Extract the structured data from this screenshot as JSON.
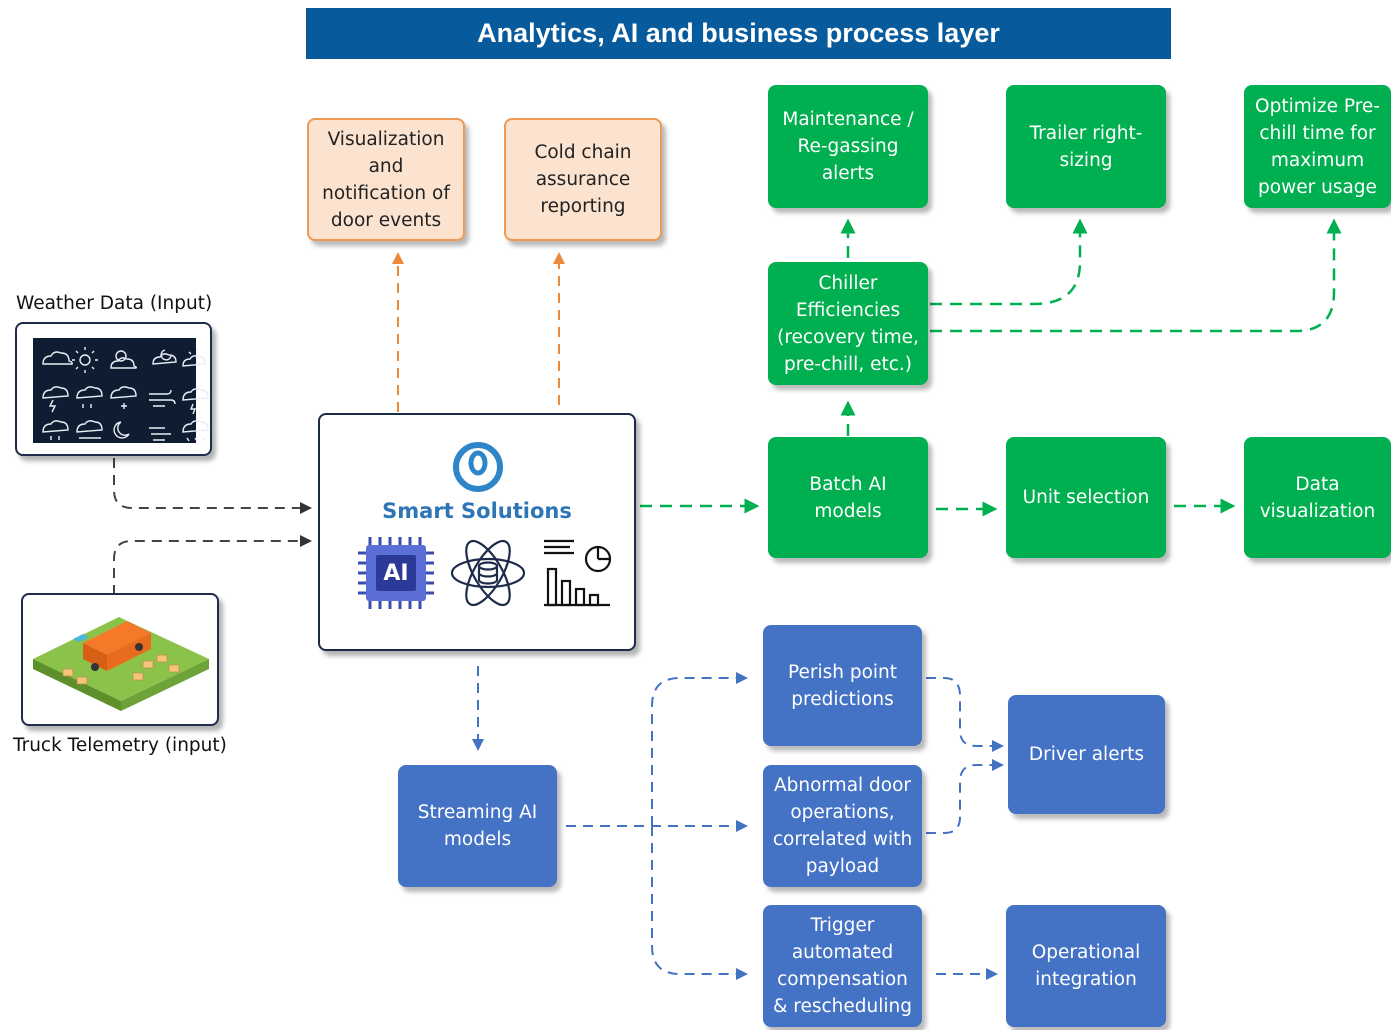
{
  "header": {
    "title": "Analytics, AI and business process layer"
  },
  "inputs": {
    "weather_label": "Weather Data (Input)",
    "truck_label": "Truck Telemetry (input)"
  },
  "hub": {
    "title": "Smart Solutions",
    "chip_text": "AI"
  },
  "orange_boxes": {
    "visualization": "Visualization\nand\nnotification of\ndoor events",
    "cold_chain": "Cold chain\nassurance\nreporting"
  },
  "green_boxes": {
    "maintenance": "Maintenance /\nRe-gassing\nalerts",
    "trailer": "Trailer right-\nsizing",
    "optimize": "Optimize Pre-\nchill time for\nmaximum\npower usage",
    "chiller": "Chiller\nEfficiencies\n(recovery time,\npre-chill, etc.)",
    "batch": "Batch AI\nmodels",
    "unit": "Unit selection",
    "dataviz": "Data\nvisualization"
  },
  "blue_boxes": {
    "streaming": "Streaming AI\nmodels",
    "perish": "Perish point\npredictions",
    "abnormal": "Abnormal door\noperations,\ncorrelated with\npayload",
    "trigger": "Trigger\nautomated\ncompensation\n& rescheduling",
    "driver": "Driver alerts",
    "operational": "Operational\nintegration"
  },
  "colors": {
    "banner": "#075a9c",
    "green": "#00b050",
    "blue": "#4472c4",
    "orange_fill": "#fbe3d0",
    "orange_border": "#ec9a56",
    "hub_title": "#2e75b6"
  }
}
